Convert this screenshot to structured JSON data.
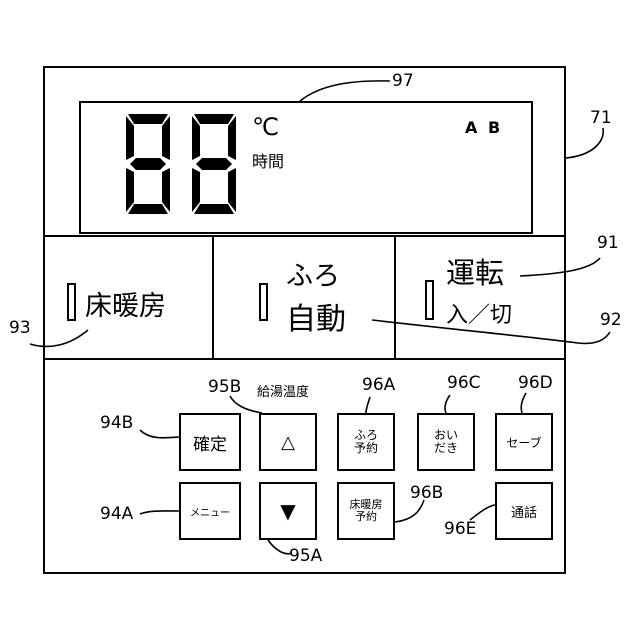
{
  "display": {
    "segment_digits": "88",
    "unit_celsius": "℃",
    "unit_time": "時間",
    "indicator_a": "A",
    "indicator_b": "B"
  },
  "panels": {
    "floor_heating": "床暖房",
    "bath_line1": "ふろ",
    "bath_line2": "自動",
    "run_line1": "運転",
    "run_line2": "入／切"
  },
  "buttons": {
    "confirm": "確定",
    "up": "△",
    "down": "▼",
    "menu": "メニュー",
    "bath_reserve_1": "ふろ",
    "bath_reserve_2": "予約",
    "floor_reserve_1": "床暖房",
    "floor_reserve_2": "予約",
    "reheat_1": "おい",
    "reheat_2": "だき",
    "save": "セーブ",
    "call": "通話"
  },
  "hot_water_temp_label": "給湯温度",
  "refs": {
    "r97": "97",
    "r71": "71",
    "r91": "91",
    "r92": "92",
    "r93": "93",
    "r95B": "95B",
    "r96A": "96A",
    "r96C": "96C",
    "r96D": "96D",
    "r94B": "94B",
    "r94A": "94A",
    "r95A": "95A",
    "r96B": "96B",
    "r96E": "96E"
  }
}
